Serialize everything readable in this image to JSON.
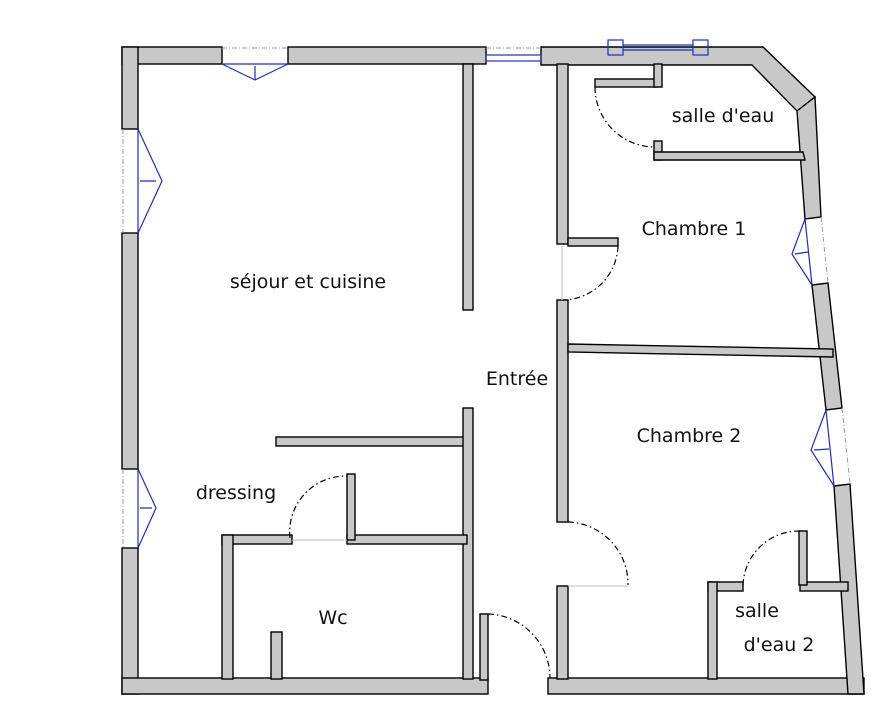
{
  "rooms": {
    "sejour": "séjour et cuisine",
    "entree": "Entrée",
    "dressing": "dressing",
    "wc": "Wc",
    "chambre1": "Chambre 1",
    "chambre2": "Chambre 2",
    "salle_eau": "salle d'eau",
    "salle_eau2_line1": "salle",
    "salle_eau2_line2": "d'eau 2"
  },
  "colors": {
    "wall_fill": "#c8c8c8",
    "wall_stroke": "#000000",
    "window": "#1f2fb5",
    "door_swing": "#000000"
  }
}
